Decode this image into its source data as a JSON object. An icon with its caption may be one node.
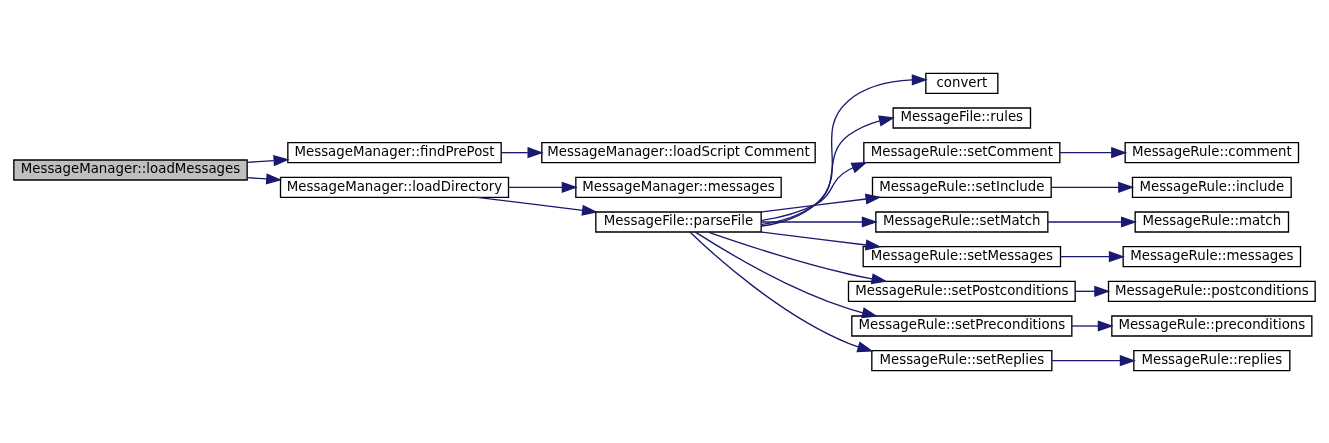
{
  "diagram": {
    "nodes": [
      {
        "text": [
          "MessageManager::loadMessages"
        ]
      },
      {
        "text": [
          "MessageManager::findPrePost"
        ]
      },
      {
        "text": [
          "MessageManager::loadDirectory"
        ]
      },
      {
        "text": [
          "MessageManager::loadScript Comment"
        ]
      },
      {
        "text": [
          "MessageManager::messages"
        ]
      },
      {
        "text": [
          "MessageFile::parseFile"
        ]
      },
      {
        "text": [
          "convert"
        ]
      },
      {
        "text": [
          "MessageFile::rules"
        ]
      },
      {
        "text": [
          "MessageRule::setComment"
        ]
      },
      {
        "text": [
          "MessageRule::setInclude"
        ]
      },
      {
        "text": [
          "MessageRule::setMatch"
        ]
      },
      {
        "text": [
          "MessageRule::setMessages"
        ]
      },
      {
        "text": [
          "MessageRule::setPostconditions"
        ]
      },
      {
        "text": [
          "MessageRule::setPreconditions"
        ]
      },
      {
        "text": [
          "MessageRule::setReplies"
        ]
      },
      {
        "text": [
          "MessageRule::comment"
        ]
      },
      {
        "text": [
          "MessageRule::include"
        ]
      },
      {
        "text": [
          "MessageRule::match"
        ]
      },
      {
        "text": [
          "MessageRule::messages"
        ]
      },
      {
        "text": [
          "MessageRule::postconditions"
        ]
      },
      {
        "text": [
          "MessageRule::preconditions"
        ]
      },
      {
        "text": [
          "MessageRule::replies"
        ]
      }
    ],
    "edges": [
      {
        "from": 0,
        "to": 1,
        "arrow": "to"
      },
      {
        "from": 0,
        "to": 2,
        "arrow": "to"
      },
      {
        "from": 1,
        "to": 3,
        "arrow": "to"
      },
      {
        "from": 2,
        "to": 4,
        "arrow": "to"
      },
      {
        "from": 2,
        "to": 5,
        "arrow": "to"
      },
      {
        "from": 5,
        "to": 6,
        "arrow": "to"
      },
      {
        "from": 5,
        "to": 7,
        "arrow": "to"
      },
      {
        "from": 5,
        "to": 8,
        "arrow": "to"
      },
      {
        "from": 5,
        "to": 9,
        "arrow": "to"
      },
      {
        "from": 5,
        "to": 10,
        "arrow": "to"
      },
      {
        "from": 5,
        "to": 11,
        "arrow": "to"
      },
      {
        "from": 5,
        "to": 12,
        "arrow": "to"
      },
      {
        "from": 5,
        "to": 13,
        "arrow": "to"
      },
      {
        "from": 5,
        "to": 14,
        "arrow": "to"
      },
      {
        "from": 8,
        "to": 15,
        "arrow": "to"
      },
      {
        "from": 9,
        "to": 16,
        "arrow": "to"
      },
      {
        "from": 10,
        "to": 17,
        "arrow": "to"
      },
      {
        "from": 11,
        "to": 18,
        "arrow": "to"
      },
      {
        "from": 12,
        "to": 19,
        "arrow": "to"
      },
      {
        "from": 13,
        "to": 20,
        "arrow": "to"
      },
      {
        "from": 14,
        "to": 21,
        "arrow": "to"
      }
    ]
  }
}
